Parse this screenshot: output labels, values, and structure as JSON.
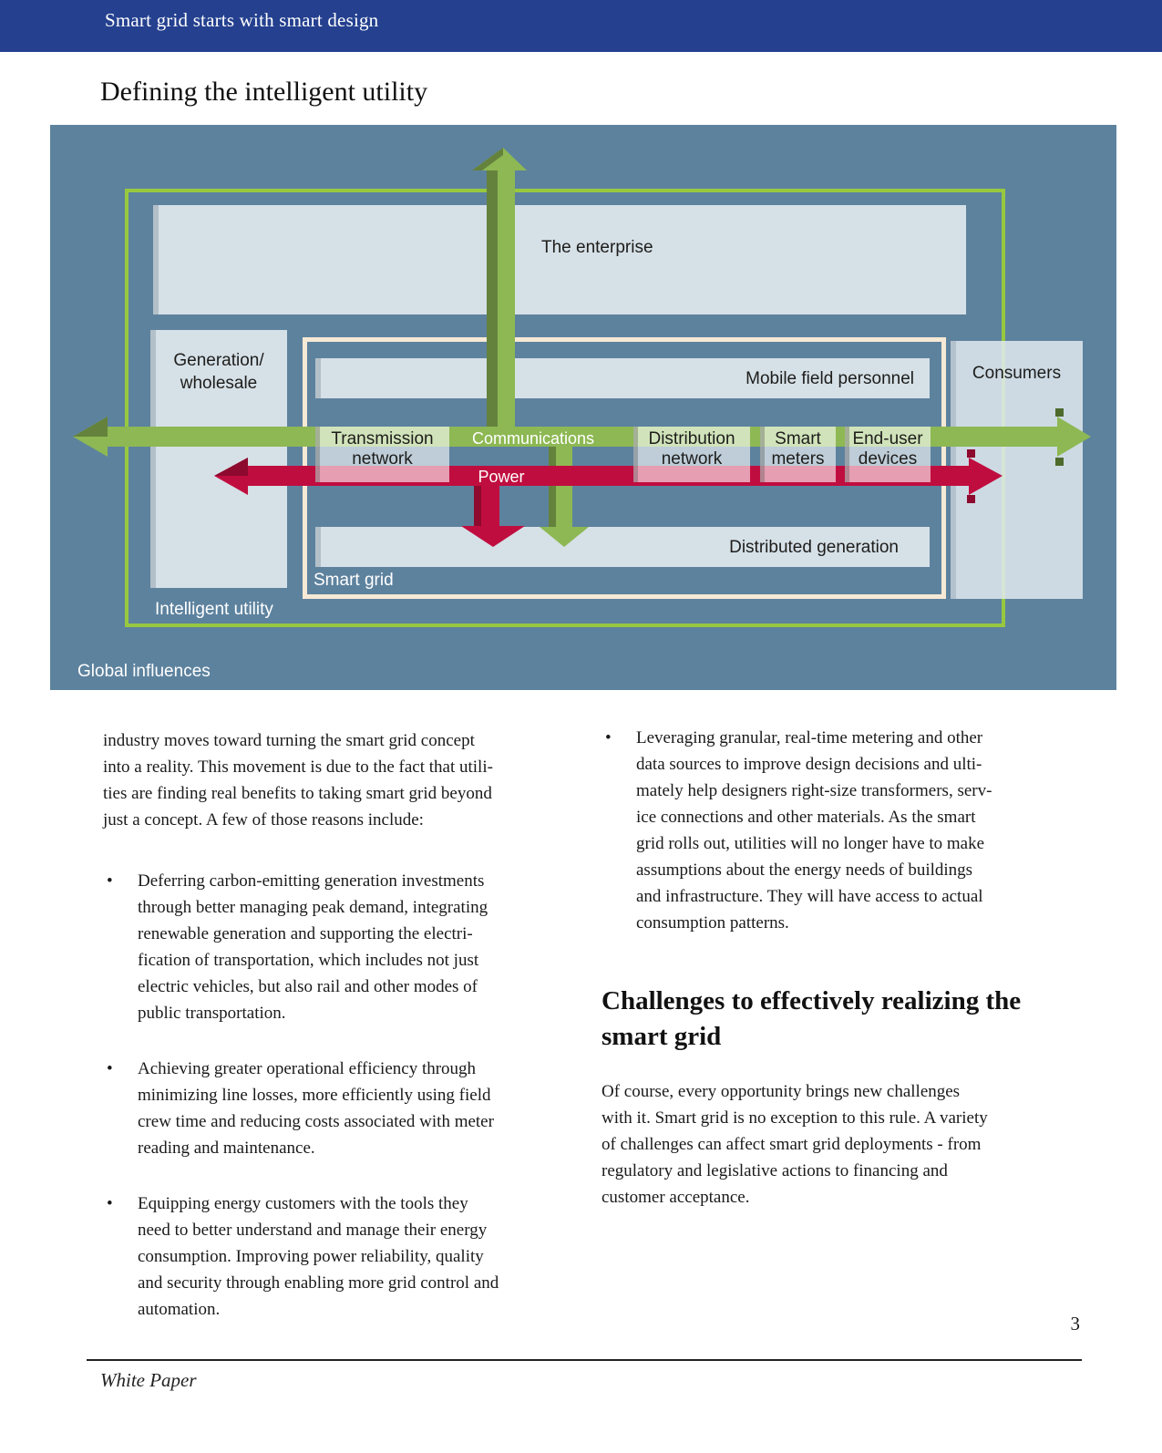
{
  "header": {
    "bar_title": "Smart grid starts with smart design"
  },
  "page_title": "Defining the intelligent utility",
  "colors": {
    "header_blue": "#24408f",
    "diagram_background": "#5d829e",
    "light_box": "#d6e0e7",
    "intelligent_utility_border_green": "#97c83f",
    "smart_grid_border_cream": "#f6e9d5",
    "communications_green": "#8db853",
    "power_red": "#c00d3f"
  },
  "diagram": {
    "labels": {
      "enterprise": "The enterprise",
      "generation": "Generation/\nwholesale",
      "consumers": "Consumers",
      "mobile": "Mobile field personnel",
      "transmission": "Transmission\nnetwork",
      "communications": "Communications",
      "distribution": "Distribution\nnetwork",
      "smart_meters": "Smart\nmeters",
      "end_user": "End-user\ndevices",
      "power": "Power",
      "distributed": "Distributed generation",
      "smart_grid": "Smart grid",
      "intelligent_utility": "Intelligent utility",
      "global_influences": "Global influences"
    }
  },
  "body": {
    "bullet_char": "•",
    "left_column": {
      "intro": "industry moves toward turning the smart grid concept\ninto a reality. This movement is due to the fact that utili-\nties are finding real benefits to taking smart grid beyond\njust a concept. A few of those reasons include:",
      "bullets": [
        "Deferring carbon-emitting generation investments\nthrough better managing peak demand, integrating\nrenewable generation and supporting the electri-\nfication of transportation, which includes not just\nelectric vehicles, but also rail and other modes of\npublic transportation.",
        "Achieving greater operational efficiency through\nminimizing line losses, more efficiently using field\ncrew time and reducing costs associated with meter\nreading and maintenance.",
        "Equipping energy customers with the tools they\nneed to better understand and manage their energy\nconsumption. Improving power reliability, quality\nand security through enabling more grid control and\nautomation."
      ]
    },
    "right_column": {
      "bullets": [
        "Leveraging granular, real-time metering and other\ndata sources to improve design decisions and ulti-\nmately help designers right-size transformers, serv-\nice connections and other materials. As the smart\ngrid rolls out, utilities will no longer have to make\nassumptions about the energy needs of buildings\nand infrastructure. They will have access to actual\nconsumption patterns.",
        ""
      ],
      "heading": "Challenges to effectively realizing the\nsmart grid",
      "paragraph": "Of course, every opportunity brings new challenges\nwith it. Smart grid is no exception to this rule. A variety\nof challenges can affect smart grid deployments - from\nregulatory and legislative actions to financing and\ncustomer acceptance."
    }
  },
  "footer": {
    "page_number": "3",
    "doc_type": "White Paper"
  }
}
